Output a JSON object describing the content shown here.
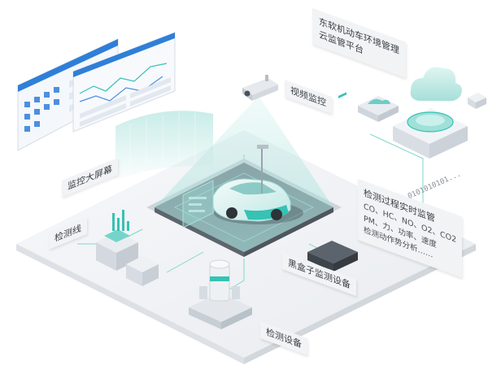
{
  "labels": {
    "cloud_platform": [
      "东软机动车环境管理",
      "云监管平台"
    ],
    "video_monitor": "视频监控",
    "monitor_screen": "监控大屏幕",
    "detection_line": "检测线",
    "blackbox": "黑盒子监测设备",
    "detection_device": "检测设备",
    "process_box": {
      "title": "检测过程实时监管",
      "lines": [
        "CO、HC、NO、O2、CO2",
        "PM、力、功率、速度",
        "检测动作势分析……"
      ]
    },
    "binary_stream": "0101010101..."
  },
  "colors": {
    "accent_teal": "#36c2b4",
    "accent_blue": "#2f7fd8",
    "platform": "#eef1f4",
    "label_bg": "#f2f3f5"
  }
}
